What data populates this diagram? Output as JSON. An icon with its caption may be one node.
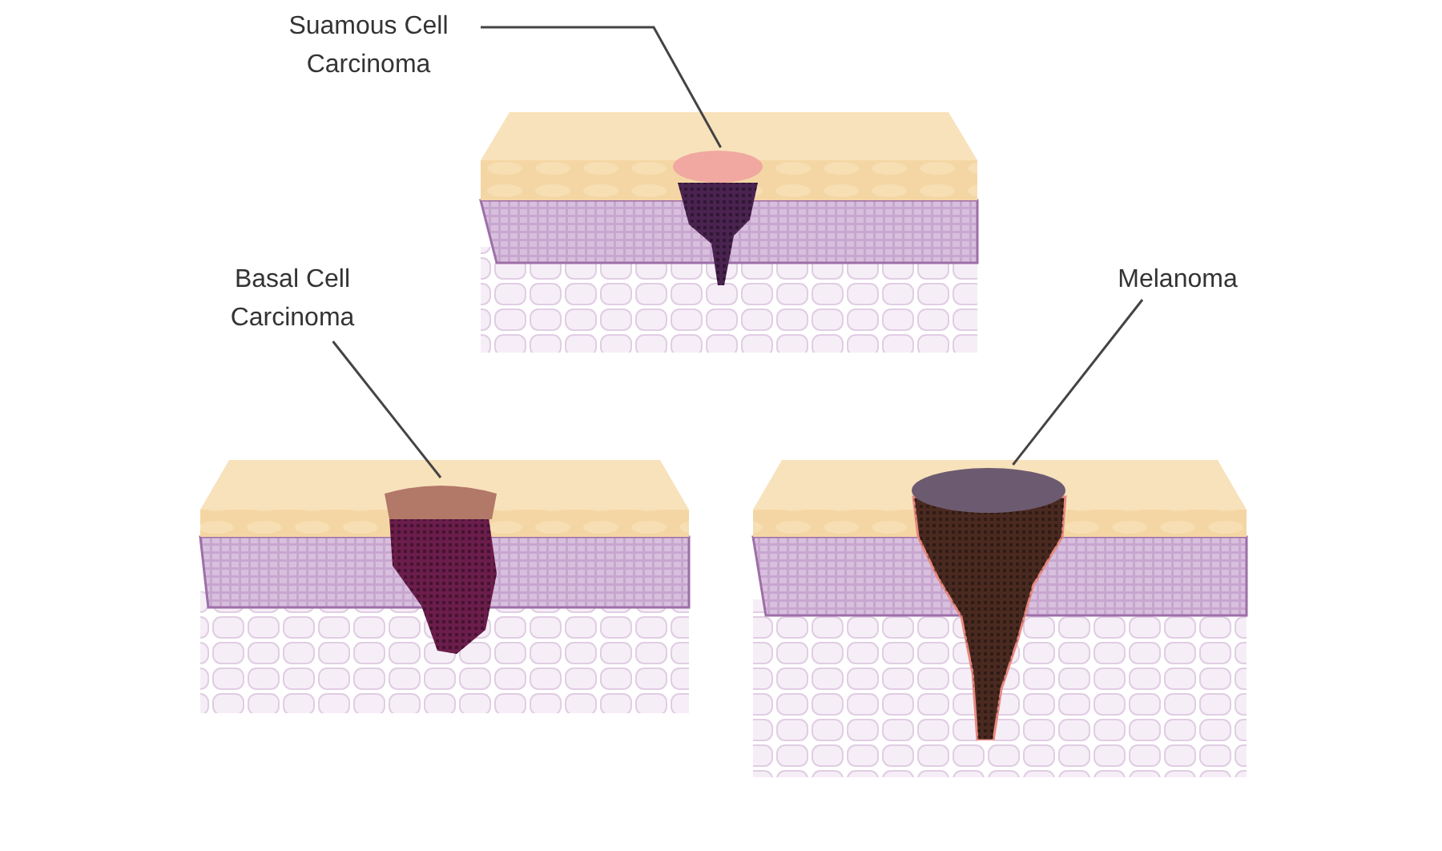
{
  "diagram": {
    "nodes": [
      {
        "text": [
          "Suamous Cell Carcinoma"
        ]
      },
      {
        "text": [],
        "shape": "picture"
      },
      {
        "text": [
          "Basal Cell Carcinoma"
        ]
      },
      {
        "text": [],
        "shape": "picture"
      },
      {
        "text": [
          "Melanoma"
        ]
      },
      {
        "text": [],
        "shape": "picture"
      }
    ],
    "edges": [
      {
        "from": 0,
        "to": 1,
        "arrow": "none"
      },
      {
        "from": 2,
        "to": 3,
        "arrow": "none"
      },
      {
        "from": 4,
        "to": 5,
        "arrow": "none"
      }
    ]
  }
}
